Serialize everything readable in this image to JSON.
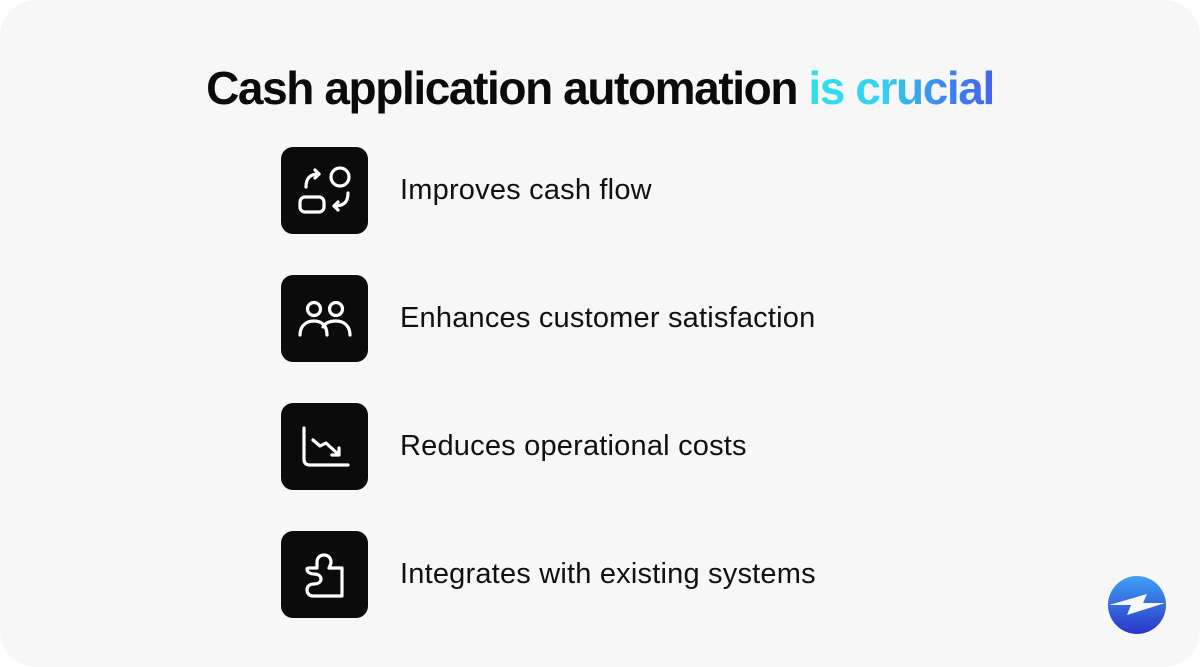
{
  "title": {
    "main": "Cash application automation ",
    "accent": "is crucial",
    "accent_gradient": [
      "#2fe0ec",
      "#4565ea"
    ]
  },
  "items": [
    {
      "icon": "exchange-icon",
      "label": "Improves cash flow"
    },
    {
      "icon": "users-icon",
      "label": "Enhances customer satisfaction"
    },
    {
      "icon": "chart-down-icon",
      "label": "Reduces operational costs"
    },
    {
      "icon": "puzzle-icon",
      "label": "Integrates with existing systems"
    }
  ],
  "logo": {
    "icon": "brand-logo-icon",
    "colors": [
      "#3a8df0",
      "#2c3fd0"
    ]
  },
  "colors": {
    "background": "#f7f7f7",
    "icon_box": "#0b0b0b",
    "text": "#111111"
  }
}
